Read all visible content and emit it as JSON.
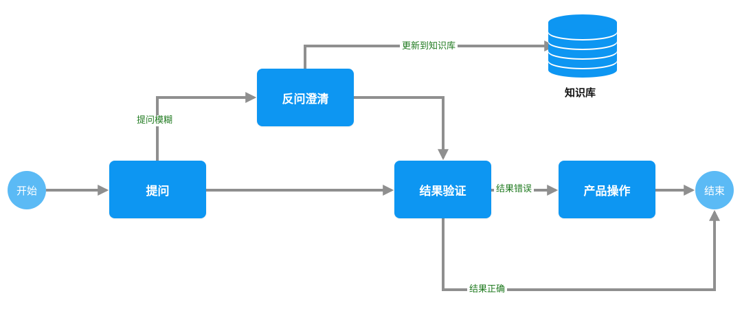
{
  "nodes": {
    "start": "开始",
    "ask": "提问",
    "clarify": "反问澄清",
    "verify": "结果验证",
    "operate": "产品操作",
    "end": "结束"
  },
  "knowledge_base": "知识库",
  "edge_labels": {
    "vague": "提问模糊",
    "update_kb": "更新到知识库",
    "wrong": "结果错误",
    "correct": "结果正确"
  },
  "colors": {
    "node": "#0d96f2",
    "terminal": "#5bbaf5",
    "arrow": "#8f8f8f",
    "edge_label": "#1f7a1f"
  }
}
